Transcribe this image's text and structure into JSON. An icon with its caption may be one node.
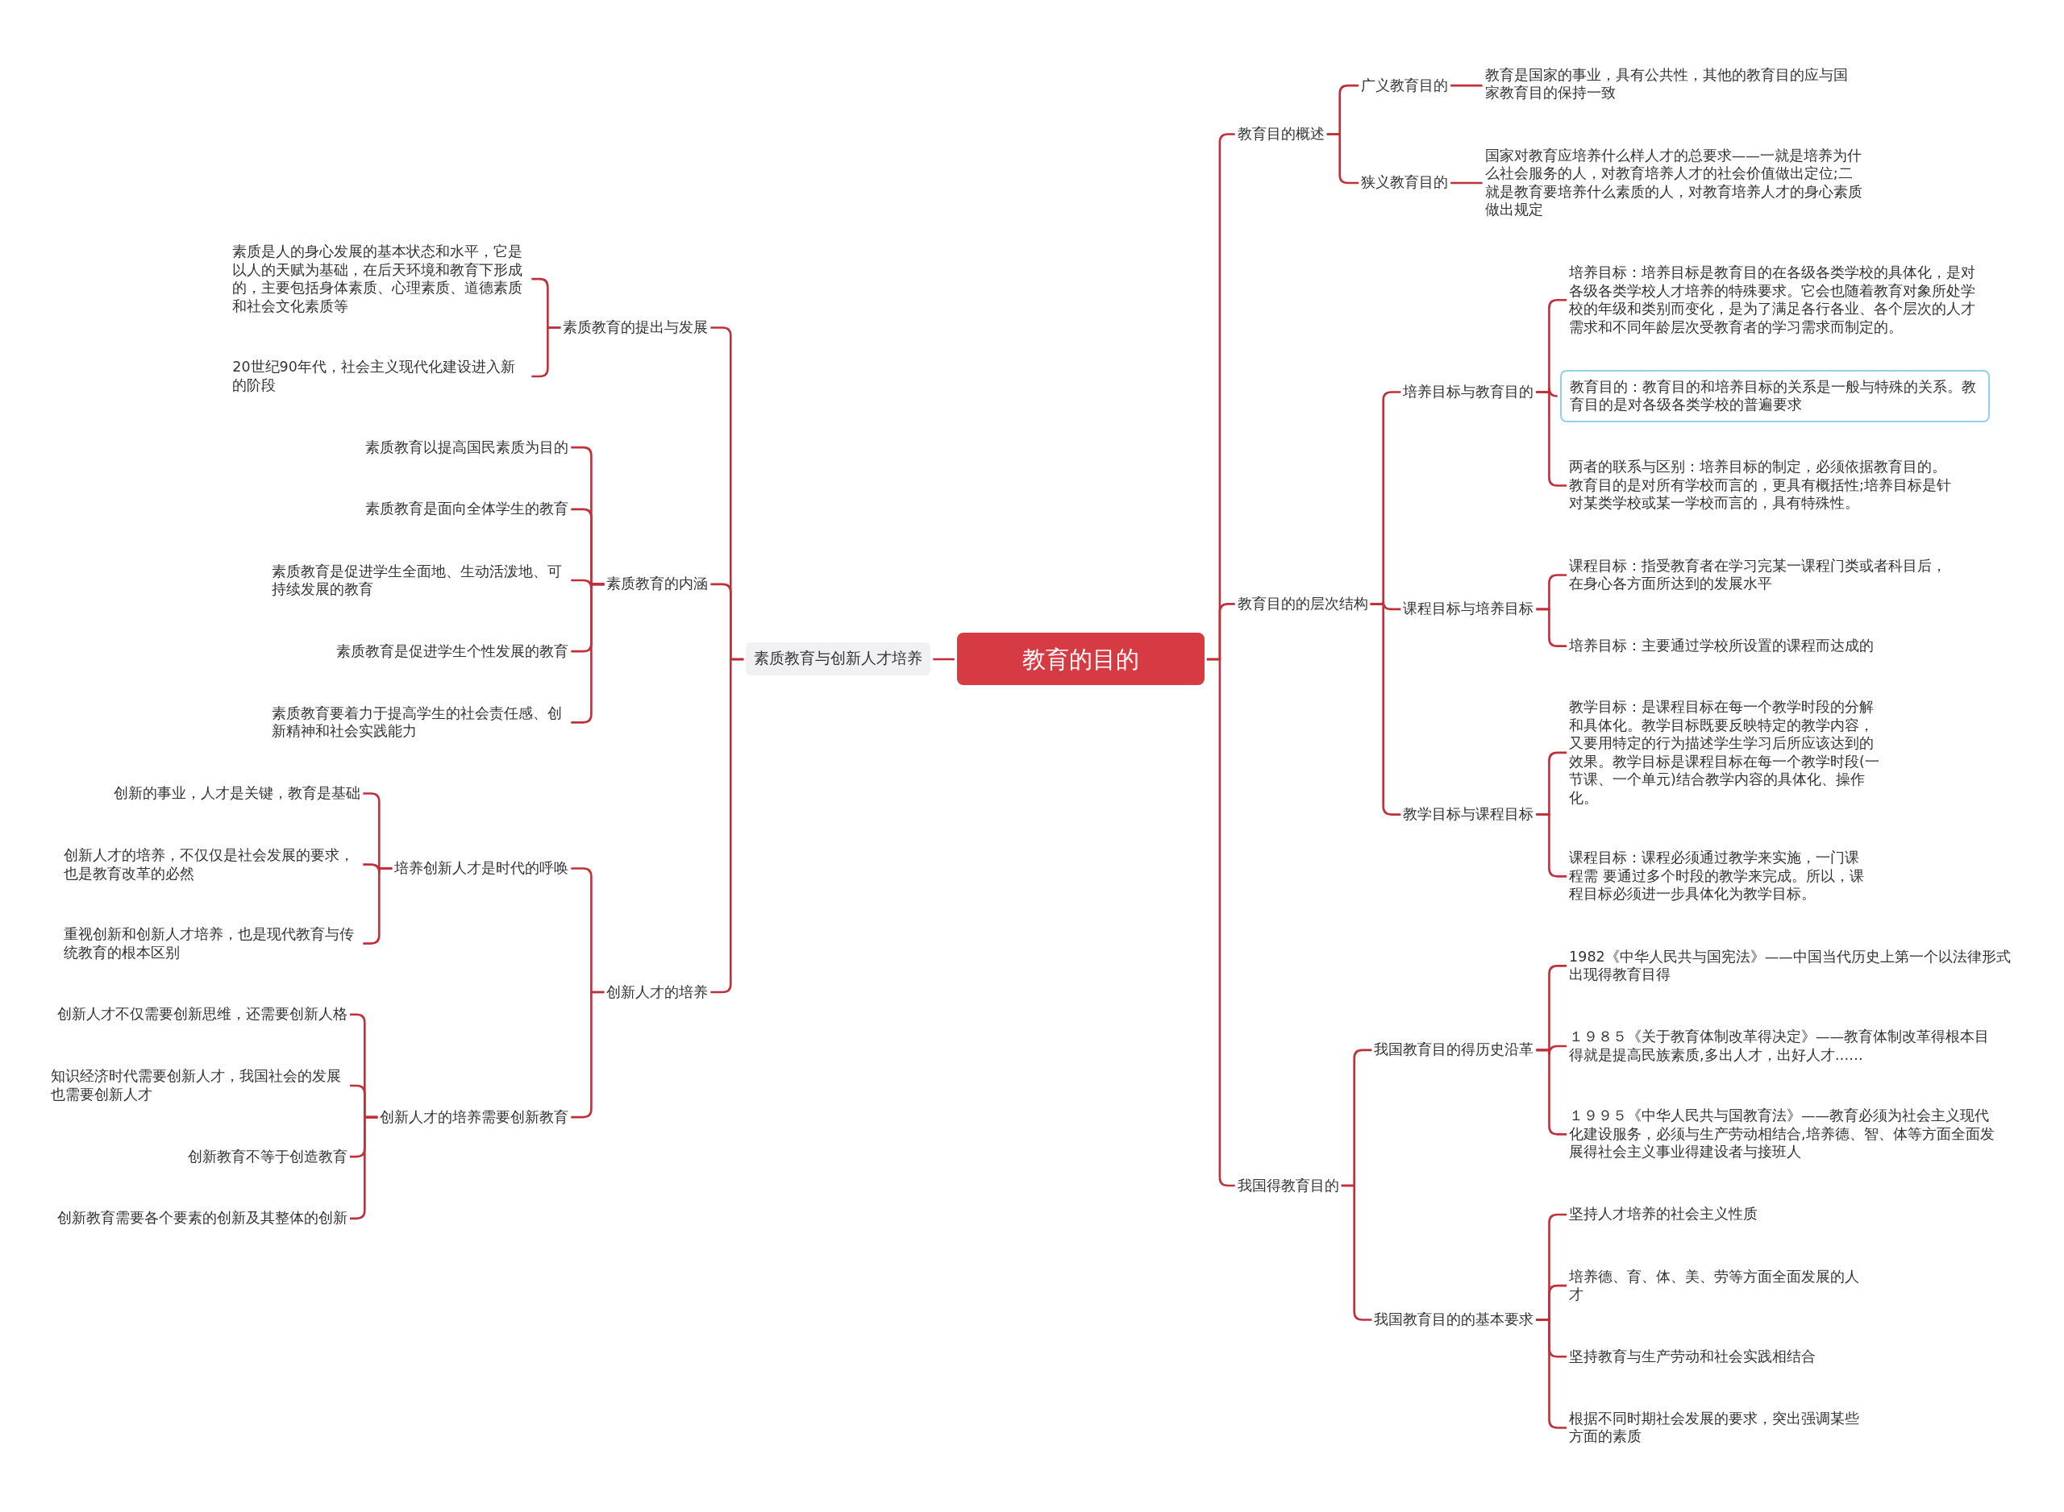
{
  "diagram": {
    "nodes": [
      {
        "text": [
          "教育的目的"
        ]
      },
      {
        "text": [
          "教育目的概述"
        ]
      },
      {
        "text": [
          "广义教育目的"
        ]
      },
      {
        "text": [
          "教育是国家的事业，具有公共性，其他的教育目的应与国家教育目的保持一致"
        ]
      },
      {
        "text": [
          "狭义教育目的"
        ]
      },
      {
        "text": [
          "国家对教育应培养什么样人才的总要求——一就是培养为什么社会服务的人，对教育培养人才的社会价值做出定位;二就是教育要培养什么素质的人，对教育培养人才的身心素质做出规定"
        ]
      },
      {
        "text": [
          "教育目的的层次结构"
        ]
      },
      {
        "text": [
          "培养目标与教育目的"
        ]
      },
      {
        "text": [
          "培养目标：培养目标是教育目的在各级各类学校的具体化，是对各级各类学校人才培养的特殊要求。它会也随着教育对象所处学校的年级和类别而变化，是为了满足各行各业、各个层次的人才需求和不同年龄层次受教育者的学习需求而制定的。"
        ]
      },
      {
        "text": [
          "教育目的：教育目的和培养目标的关系是一般与特殊的关系。教育目的是对各级各类学校的普遍要求"
        ]
      },
      {
        "text": [
          "两者的联系与区别：培养目标的制定，必须依据教育目的。教育目的是对所有学校而言的，更具有概括性;培养目标是针对某类学校或某一学校而言的，具有特殊性。"
        ]
      },
      {
        "text": [
          "课程目标与培养目标"
        ]
      },
      {
        "text": [
          "课程目标：指受教育者在学习完某一课程门类或者科目后，在身心各方面所达到的发展水平"
        ]
      },
      {
        "text": [
          "培养目标：主要通过学校所设置的课程而达成的"
        ]
      },
      {
        "text": [
          "教学目标与课程目标"
        ]
      },
      {
        "text": [
          "教学目标：是课程目标在每一个教学时段的分解和具体化。教学目标既要反映特定的教学内容，又要用特定的行为描述学生学习后所应该达到的效果。教学目标是课程目标在每一个教学时段(一节课、一个单元)结合教学内容的具体化、操作化。"
        ]
      },
      {
        "text": [
          "课程目标：课程必须通过教学来实施，一门课程需 要通过多个时段的教学来完成。所以，课程目标必须进一步具体化为教学目标。"
        ]
      },
      {
        "text": [
          "我国得教育目的"
        ]
      },
      {
        "text": [
          "我国教育目的得历史沿革"
        ]
      },
      {
        "text": [
          "1982《中华人民共与国宪法》——中国当代历史上第一个以法律形式出现得教育目得"
        ]
      },
      {
        "text": [
          "１９８５《关于教育体制改革得决定》——教育体制改革得根本目得就是提高民族素质,多出人才，出好人才……"
        ]
      },
      {
        "text": [
          "１９９５《中华人民共与国教育法》——教育必须为社会主义现代化建设服务，必须与生产劳动相结合,培养德、智、体等方面全面发展得社会主义事业得建设者与接班人"
        ]
      },
      {
        "text": [
          "我国教育目的的基本要求"
        ]
      },
      {
        "text": [
          "坚持人才培养的社会主义性质"
        ]
      },
      {
        "text": [
          "培养德、育、体、美、劳等方面全面发展的人才"
        ]
      },
      {
        "text": [
          "坚持教育与生产劳动和社会实践相结合"
        ]
      },
      {
        "text": [
          "根据不同时期社会发展的要求，突出强调某些方面的素质"
        ]
      },
      {
        "text": [
          "素质教育与创新人才培养"
        ]
      },
      {
        "text": [
          "素质教育的提出与发展"
        ]
      },
      {
        "text": [
          "素质是人的身心发展的基本状态和水平，它是以人的天赋为基础，在后天环境和教育下形成的，主要包括身体素质、心理素质、道德素质和社会文化素质等"
        ]
      },
      {
        "text": [
          "20世纪90年代，社会主义现代化建设进入新的阶段"
        ]
      },
      {
        "text": [
          "素质教育的内涵"
        ]
      },
      {
        "text": [
          "素质教育以提高国民素质为目的"
        ]
      },
      {
        "text": [
          "素质教育是面向全体学生的教育"
        ]
      },
      {
        "text": [
          "素质教育是促进学生全面地、生动活泼地、可持续发展的教育"
        ]
      },
      {
        "text": [
          "素质教育是促进学生个性发展的教育"
        ]
      },
      {
        "text": [
          "素质教育要着力于提高学生的社会责任感、创新精神和社会实践能力"
        ]
      },
      {
        "text": [
          "创新人才的培养"
        ]
      },
      {
        "text": [
          "培养创新人才是时代的呼唤"
        ]
      },
      {
        "text": [
          "创新的事业，人才是关键，教育是基础"
        ]
      },
      {
        "text": [
          "创新人才的培养，不仅仅是社会发展的要求，也是教育改革的必然"
        ]
      },
      {
        "text": [
          "重视创新和创新人才培养，也是现代教育与传统教育的根本区别"
        ]
      },
      {
        "text": [
          "创新人才的培养需要创新教育"
        ]
      },
      {
        "text": [
          "创新人才不仅需要创新思维，还需要创新人格"
        ]
      },
      {
        "text": [
          "知识经济时代需要创新人才，我国社会的发展也需要创新人才"
        ]
      },
      {
        "text": [
          "创新教育不等于创造教育"
        ]
      },
      {
        "text": [
          "创新教育需要各个要素的创新及其整体的创新"
        ]
      }
    ],
    "edges": [
      {
        "from": 0,
        "to": 1,
        "arrow": "none"
      },
      {
        "from": 1,
        "to": 2,
        "arrow": "none"
      },
      {
        "from": 2,
        "to": 3,
        "arrow": "none"
      },
      {
        "from": 1,
        "to": 4,
        "arrow": "none"
      },
      {
        "from": 4,
        "to": 5,
        "arrow": "none"
      },
      {
        "from": 0,
        "to": 6,
        "arrow": "none"
      },
      {
        "from": 6,
        "to": 7,
        "arrow": "none"
      },
      {
        "from": 7,
        "to": 8,
        "arrow": "none"
      },
      {
        "from": 7,
        "to": 9,
        "arrow": "none"
      },
      {
        "from": 7,
        "to": 10,
        "arrow": "none"
      },
      {
        "from": 6,
        "to": 11,
        "arrow": "none"
      },
      {
        "from": 11,
        "to": 12,
        "arrow": "none"
      },
      {
        "from": 11,
        "to": 13,
        "arrow": "none"
      },
      {
        "from": 6,
        "to": 14,
        "arrow": "none"
      },
      {
        "from": 14,
        "to": 15,
        "arrow": "none"
      },
      {
        "from": 14,
        "to": 16,
        "arrow": "none"
      },
      {
        "from": 0,
        "to": 17,
        "arrow": "none"
      },
      {
        "from": 17,
        "to": 18,
        "arrow": "none"
      },
      {
        "from": 18,
        "to": 19,
        "arrow": "none"
      },
      {
        "from": 18,
        "to": 20,
        "arrow": "none"
      },
      {
        "from": 18,
        "to": 21,
        "arrow": "none"
      },
      {
        "from": 17,
        "to": 22,
        "arrow": "none"
      },
      {
        "from": 22,
        "to": 23,
        "arrow": "none"
      },
      {
        "from": 22,
        "to": 24,
        "arrow": "none"
      },
      {
        "from": 22,
        "to": 25,
        "arrow": "none"
      },
      {
        "from": 22,
        "to": 26,
        "arrow": "none"
      },
      {
        "from": 0,
        "to": 27,
        "arrow": "none"
      },
      {
        "from": 27,
        "to": 28,
        "arrow": "none"
      },
      {
        "from": 28,
        "to": 29,
        "arrow": "none"
      },
      {
        "from": 28,
        "to": 30,
        "arrow": "none"
      },
      {
        "from": 27,
        "to": 31,
        "arrow": "none"
      },
      {
        "from": 31,
        "to": 32,
        "arrow": "none"
      },
      {
        "from": 31,
        "to": 33,
        "arrow": "none"
      },
      {
        "from": 31,
        "to": 34,
        "arrow": "none"
      },
      {
        "from": 31,
        "to": 35,
        "arrow": "none"
      },
      {
        "from": 31,
        "to": 36,
        "arrow": "none"
      },
      {
        "from": 27,
        "to": 37,
        "arrow": "none"
      },
      {
        "from": 37,
        "to": 38,
        "arrow": "none"
      },
      {
        "from": 38,
        "to": 39,
        "arrow": "none"
      },
      {
        "from": 38,
        "to": 40,
        "arrow": "none"
      },
      {
        "from": 38,
        "to": 41,
        "arrow": "none"
      },
      {
        "from": 37,
        "to": 42,
        "arrow": "none"
      },
      {
        "from": 42,
        "to": 43,
        "arrow": "none"
      },
      {
        "from": 42,
        "to": 44,
        "arrow": "none"
      },
      {
        "from": 42,
        "to": 45,
        "arrow": "none"
      },
      {
        "from": 42,
        "to": 46,
        "arrow": "none"
      }
    ]
  }
}
